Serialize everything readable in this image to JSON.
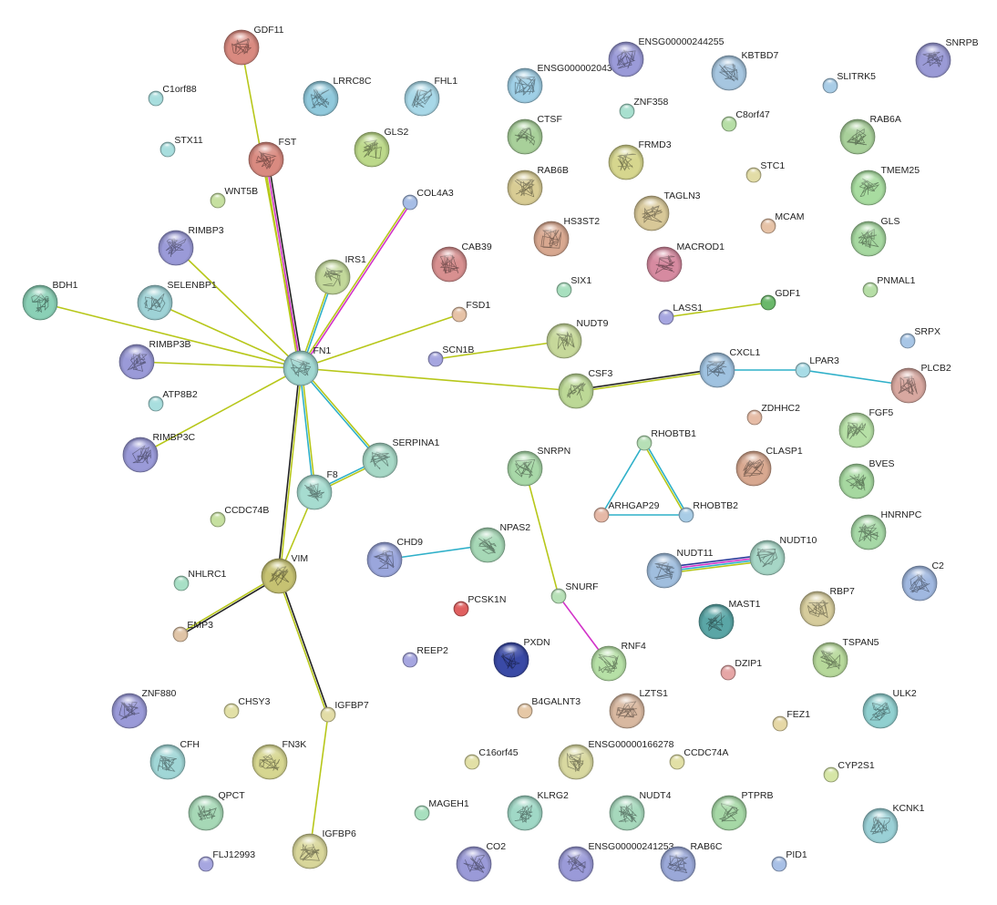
{
  "colors": {
    "coexpression": "#222222",
    "textmining": "#b7c71a",
    "database": "#2fb0c9",
    "experiments": "#d233c9",
    "cooccurrence": "#2a3a9a",
    "label": "#222222"
  },
  "nodes": [
    {
      "id": "GDF11",
      "label": "GDF11",
      "color": "#d98a80",
      "size": "large",
      "structure": true
    },
    {
      "id": "C1orf88",
      "label": "C1orf88",
      "color": "#a8dede",
      "size": "small",
      "structure": false
    },
    {
      "id": "LRRC8C",
      "label": "LRRC8C",
      "color": "#90c9dc",
      "size": "large",
      "structure": true
    },
    {
      "id": "FHL1",
      "label": "FHL1",
      "color": "#a8d8e8",
      "size": "large",
      "structure": true
    },
    {
      "id": "ENSG00000204364",
      "label": "ENSG00000204364",
      "color": "#9fcfe6",
      "size": "large",
      "structure": true
    },
    {
      "id": "ENSG00000244255",
      "label": "ENSG00000244255",
      "color": "#9a9ad8",
      "size": "large",
      "structure": true
    },
    {
      "id": "KBTBD7",
      "label": "KBTBD7",
      "color": "#a6c6e0",
      "size": "large",
      "structure": true
    },
    {
      "id": "SNRPB",
      "label": "SNRPB",
      "color": "#9a9ad6",
      "size": "large",
      "structure": true
    },
    {
      "id": "SLITRK5",
      "label": "SLITRK5",
      "color": "#a8cce6",
      "size": "small",
      "structure": false
    },
    {
      "id": "STX11",
      "label": "STX11",
      "color": "#a8dede",
      "size": "small",
      "structure": false
    },
    {
      "id": "FST",
      "label": "FST",
      "color": "#d98a80",
      "size": "large",
      "structure": true
    },
    {
      "id": "GLS2",
      "label": "GLS2",
      "color": "#bcd98a",
      "size": "large",
      "structure": true
    },
    {
      "id": "ZNF358",
      "label": "ZNF358",
      "color": "#a8e0cf",
      "size": "small",
      "structure": false
    },
    {
      "id": "CTSF",
      "label": "CTSF",
      "color": "#a8d09a",
      "size": "large",
      "structure": true
    },
    {
      "id": "C8orf47",
      "label": "C8orf47",
      "color": "#b6dea6",
      "size": "small",
      "structure": false
    },
    {
      "id": "RAB6A",
      "label": "RAB6A",
      "color": "#a8d09a",
      "size": "large",
      "structure": true
    },
    {
      "id": "WNT5B",
      "label": "WNT5B",
      "color": "#c6e0a0",
      "size": "small",
      "structure": false
    },
    {
      "id": "COL4A3",
      "label": "COL4A3",
      "color": "#a6bde6",
      "size": "small",
      "structure": false
    },
    {
      "id": "FRMD3",
      "label": "FRMD3",
      "color": "#d6d68e",
      "size": "large",
      "structure": true
    },
    {
      "id": "STC1",
      "label": "STC1",
      "color": "#e2dca6",
      "size": "small",
      "structure": false
    },
    {
      "id": "TMEM25",
      "label": "TMEM25",
      "color": "#a8dca0",
      "size": "large",
      "structure": true
    },
    {
      "id": "RAB6B",
      "label": "RAB6B",
      "color": "#d8cc94",
      "size": "large",
      "structure": true
    },
    {
      "id": "TAGLN3",
      "label": "TAGLN3",
      "color": "#d8c898",
      "size": "large",
      "structure": true
    },
    {
      "id": "RIMBP3",
      "label": "RIMBP3",
      "color": "#9a9ad8",
      "size": "large",
      "structure": true
    },
    {
      "id": "HS3ST2",
      "label": "HS3ST2",
      "color": "#d8a890",
      "size": "large",
      "structure": true
    },
    {
      "id": "MCAM",
      "label": "MCAM",
      "color": "#e6c2a6",
      "size": "small",
      "structure": false
    },
    {
      "id": "GLS",
      "label": "GLS",
      "color": "#a6d8a0",
      "size": "large",
      "structure": true
    },
    {
      "id": "IRS1",
      "label": "IRS1",
      "color": "#c2d89a",
      "size": "large",
      "structure": true
    },
    {
      "id": "CAB39",
      "label": "CAB39",
      "color": "#d89090",
      "size": "large",
      "structure": true
    },
    {
      "id": "MACROD1",
      "label": "MACROD1",
      "color": "#d68aa0",
      "size": "large",
      "structure": true
    },
    {
      "id": "BDH1",
      "label": "BDH1",
      "color": "#8ad0b6",
      "size": "large",
      "structure": true
    },
    {
      "id": "SELENBP1",
      "label": "SELENBP1",
      "color": "#9ed2d6",
      "size": "large",
      "structure": true
    },
    {
      "id": "SIX1",
      "label": "SIX1",
      "color": "#a8e0bf",
      "size": "small",
      "structure": false
    },
    {
      "id": "PNMAL1",
      "label": "PNMAL1",
      "color": "#b6dea6",
      "size": "small",
      "structure": false
    },
    {
      "id": "FSD1",
      "label": "FSD1",
      "color": "#e6c2a6",
      "size": "small",
      "structure": false
    },
    {
      "id": "LASS1",
      "label": "LASS1",
      "color": "#a6a6e0",
      "size": "small",
      "structure": false
    },
    {
      "id": "GDF1",
      "label": "GDF1",
      "color": "#6ab86a",
      "size": "small",
      "structure": false
    },
    {
      "id": "NUDT9",
      "label": "NUDT9",
      "color": "#c6d89a",
      "size": "large",
      "structure": true
    },
    {
      "id": "SRPX",
      "label": "SRPX",
      "color": "#a8c6e6",
      "size": "small",
      "structure": false
    },
    {
      "id": "RIMBP3B",
      "label": "RIMBP3B",
      "color": "#9a9ad8",
      "size": "large",
      "structure": true
    },
    {
      "id": "SCN1B",
      "label": "SCN1B",
      "color": "#a6a6e0",
      "size": "small",
      "structure": false
    },
    {
      "id": "FN1",
      "label": "FN1",
      "color": "#a0d6d0",
      "size": "large",
      "structure": true
    },
    {
      "id": "CXCL1",
      "label": "CXCL1",
      "color": "#9fc2e0",
      "size": "large",
      "structure": true
    },
    {
      "id": "LPAR3",
      "label": "LPAR3",
      "color": "#a8dce6",
      "size": "small",
      "structure": false
    },
    {
      "id": "PLCB2",
      "label": "PLCB2",
      "color": "#d8a8a0",
      "size": "large",
      "structure": true
    },
    {
      "id": "CSF3",
      "label": "CSF3",
      "color": "#bcd896",
      "size": "large",
      "structure": true
    },
    {
      "id": "ATP8B2",
      "label": "ATP8B2",
      "color": "#a8dede",
      "size": "small",
      "structure": false
    },
    {
      "id": "ZDHHC2",
      "label": "ZDHHC2",
      "color": "#e6bca6",
      "size": "small",
      "structure": false
    },
    {
      "id": "FGF5",
      "label": "FGF5",
      "color": "#b6e0a6",
      "size": "large",
      "structure": true
    },
    {
      "id": "RHOBTB1",
      "label": "RHOBTB1",
      "color": "#b6e0b6",
      "size": "small",
      "structure": false
    },
    {
      "id": "CLASP1",
      "label": "CLASP1",
      "color": "#d8a890",
      "size": "large",
      "structure": true
    },
    {
      "id": "RIMBP3C",
      "label": "RIMBP3C",
      "color": "#9a9ad8",
      "size": "large",
      "structure": true
    },
    {
      "id": "SERPINA1",
      "label": "SERPINA1",
      "color": "#a6d8c6",
      "size": "large",
      "structure": true
    },
    {
      "id": "SNRPN",
      "label": "SNRPN",
      "color": "#a8d8a8",
      "size": "large",
      "structure": true
    },
    {
      "id": "BVES",
      "label": "BVES",
      "color": "#a6d8a0",
      "size": "large",
      "structure": true
    },
    {
      "id": "F8",
      "label": "F8",
      "color": "#a6dcd0",
      "size": "large",
      "structure": true
    },
    {
      "id": "ARHGAP29",
      "label": "ARHGAP29",
      "color": "#e6b8a6",
      "size": "small",
      "structure": false
    },
    {
      "id": "RHOBTB2",
      "label": "RHOBTB2",
      "color": "#a8cce6",
      "size": "small",
      "structure": false
    },
    {
      "id": "CCDC74B",
      "label": "CCDC74B",
      "color": "#c6e0a0",
      "size": "small",
      "structure": false
    },
    {
      "id": "HNRNPC",
      "label": "HNRNPC",
      "color": "#a6d8a6",
      "size": "large",
      "structure": true
    },
    {
      "id": "NUDT10",
      "label": "NUDT10",
      "color": "#a6d6c6",
      "size": "large",
      "structure": true
    },
    {
      "id": "NPAS2",
      "label": "NPAS2",
      "color": "#a6d8b6",
      "size": "large",
      "structure": true
    },
    {
      "id": "CHD9",
      "label": "CHD9",
      "color": "#9aa6dc",
      "size": "large",
      "structure": true
    },
    {
      "id": "VIM",
      "label": "VIM",
      "color": "#c6c272",
      "size": "large",
      "structure": true
    },
    {
      "id": "NUDT11",
      "label": "NUDT11",
      "color": "#a0bede",
      "size": "large",
      "structure": true
    },
    {
      "id": "C2",
      "label": "C2",
      "color": "#a0b8e0",
      "size": "large",
      "structure": true
    },
    {
      "id": "NHLRC1",
      "label": "NHLRC1",
      "color": "#a8e0c6",
      "size": "small",
      "structure": false
    },
    {
      "id": "SNURF",
      "label": "SNURF",
      "color": "#b6e0b6",
      "size": "small",
      "structure": false
    },
    {
      "id": "RBP7",
      "label": "RBP7",
      "color": "#d6cc9c",
      "size": "large",
      "structure": true
    },
    {
      "id": "PCSK1N",
      "label": "PCSK1N",
      "color": "#e06060",
      "size": "small",
      "structure": false
    },
    {
      "id": "MAST1",
      "label": "MAST1",
      "color": "#5aa6a6",
      "size": "large",
      "structure": true
    },
    {
      "id": "EMP3",
      "label": "EMP3",
      "color": "#e0c4a6",
      "size": "small",
      "structure": false
    },
    {
      "id": "PXDN",
      "label": "PXDN",
      "color": "#3a4aa6",
      "size": "large",
      "structure": true
    },
    {
      "id": "RNF4",
      "label": "RNF4",
      "color": "#b6e0a6",
      "size": "large",
      "structure": true
    },
    {
      "id": "TSPAN5",
      "label": "TSPAN5",
      "color": "#b6d89a",
      "size": "large",
      "structure": true
    },
    {
      "id": "REEP2",
      "label": "REEP2",
      "color": "#a6a6e0",
      "size": "small",
      "structure": false
    },
    {
      "id": "DZIP1",
      "label": "DZIP1",
      "color": "#e6a6a6",
      "size": "small",
      "structure": false
    },
    {
      "id": "ZNF880",
      "label": "ZNF880",
      "color": "#9a9ad8",
      "size": "large",
      "structure": true
    },
    {
      "id": "LZTS1",
      "label": "LZTS1",
      "color": "#d8b8a0",
      "size": "large",
      "structure": true
    },
    {
      "id": "ULK2",
      "label": "ULK2",
      "color": "#90d0d0",
      "size": "large",
      "structure": true
    },
    {
      "id": "CHSY3",
      "label": "CHSY3",
      "color": "#e2e0a6",
      "size": "small",
      "structure": false
    },
    {
      "id": "IGFBP7",
      "label": "IGFBP7",
      "color": "#e2dca6",
      "size": "small",
      "structure": false
    },
    {
      "id": "B4GALNT3",
      "label": "B4GALNT3",
      "color": "#e6c8a6",
      "size": "small",
      "structure": false
    },
    {
      "id": "FEZ1",
      "label": "FEZ1",
      "color": "#e6d8a6",
      "size": "small",
      "structure": false
    },
    {
      "id": "CFH",
      "label": "CFH",
      "color": "#a0d6d6",
      "size": "large",
      "structure": true
    },
    {
      "id": "FN3K",
      "label": "FN3K",
      "color": "#d6d690",
      "size": "large",
      "structure": true
    },
    {
      "id": "ENSG00000166278",
      "label": "ENSG00000166278",
      "color": "#d8d8a0",
      "size": "large",
      "structure": true
    },
    {
      "id": "C16orf45",
      "label": "C16orf45",
      "color": "#e2e0a6",
      "size": "small",
      "structure": false
    },
    {
      "id": "CCDC74A",
      "label": "CCDC74A",
      "color": "#e2e0a6",
      "size": "small",
      "structure": false
    },
    {
      "id": "CYP2S1",
      "label": "CYP2S1",
      "color": "#d6e6a6",
      "size": "small",
      "structure": false
    },
    {
      "id": "QPCT",
      "label": "QPCT",
      "color": "#a6d8b6",
      "size": "large",
      "structure": true
    },
    {
      "id": "KLRG2",
      "label": "KLRG2",
      "color": "#a0d8c6",
      "size": "large",
      "structure": true
    },
    {
      "id": "MAGEH1",
      "label": "MAGEH1",
      "color": "#a8e0bf",
      "size": "small",
      "structure": false
    },
    {
      "id": "NUDT4",
      "label": "NUDT4",
      "color": "#a6d8bc",
      "size": "large",
      "structure": true
    },
    {
      "id": "PTPRB",
      "label": "PTPRB",
      "color": "#a6d8a6",
      "size": "large",
      "structure": true
    },
    {
      "id": "KCNK1",
      "label": "KCNK1",
      "color": "#9ad0d6",
      "size": "large",
      "structure": true
    },
    {
      "id": "IGFBP6",
      "label": "IGFBP6",
      "color": "#d8d69a",
      "size": "large",
      "structure": true
    },
    {
      "id": "FLJ12993",
      "label": "FLJ12993",
      "color": "#a6a6e0",
      "size": "small",
      "structure": false
    },
    {
      "id": "CO2",
      "label": "CO2",
      "color": "#9a9ad8",
      "size": "large",
      "structure": true
    },
    {
      "id": "ENSG00000241253",
      "label": "ENSG00000241253",
      "color": "#9a9ad8",
      "size": "large",
      "structure": true
    },
    {
      "id": "RAB6C",
      "label": "RAB6C",
      "color": "#9aa8d8",
      "size": "large",
      "structure": true
    },
    {
      "id": "PID1",
      "label": "PID1",
      "color": "#a8c0e6",
      "size": "small",
      "structure": false
    }
  ],
  "edges": [
    {
      "source": "GDF11",
      "target": "FN1",
      "types": [
        "textmining"
      ]
    },
    {
      "source": "FST",
      "target": "FN1",
      "types": [
        "coexpression",
        "experiments",
        "textmining"
      ]
    },
    {
      "source": "COL4A3",
      "target": "FN1",
      "types": [
        "experiments",
        "textmining"
      ]
    },
    {
      "source": "IRS1",
      "target": "FN1",
      "types": [
        "database",
        "textmining"
      ]
    },
    {
      "source": "RIMBP3",
      "target": "FN1",
      "types": [
        "textmining"
      ]
    },
    {
      "source": "SELENBP1",
      "target": "FN1",
      "types": [
        "textmining"
      ]
    },
    {
      "source": "BDH1",
      "target": "FN1",
      "types": [
        "textmining"
      ]
    },
    {
      "source": "RIMBP3B",
      "target": "FN1",
      "types": [
        "textmining"
      ]
    },
    {
      "source": "RIMBP3C",
      "target": "FN1",
      "types": [
        "textmining"
      ]
    },
    {
      "source": "FSD1",
      "target": "FN1",
      "types": [
        "textmining"
      ]
    },
    {
      "source": "CSF3",
      "target": "FN1",
      "types": [
        "textmining"
      ]
    },
    {
      "source": "SERPINA1",
      "target": "FN1",
      "types": [
        "database",
        "textmining"
      ]
    },
    {
      "source": "F8",
      "target": "FN1",
      "types": [
        "database",
        "textmining"
      ]
    },
    {
      "source": "VIM",
      "target": "FN1",
      "types": [
        "coexpression",
        "textmining"
      ]
    },
    {
      "source": "F8",
      "target": "SERPINA1",
      "types": [
        "database",
        "textmining"
      ]
    },
    {
      "source": "VIM",
      "target": "F8",
      "types": [
        "textmining"
      ]
    },
    {
      "source": "VIM",
      "target": "EMP3",
      "types": [
        "coexpression",
        "textmining"
      ]
    },
    {
      "source": "VIM",
      "target": "IGFBP7",
      "types": [
        "coexpression",
        "textmining"
      ]
    },
    {
      "source": "IGFBP7",
      "target": "IGFBP6",
      "types": [
        "textmining"
      ]
    },
    {
      "source": "SCN1B",
      "target": "NUDT9",
      "types": [
        "textmining"
      ]
    },
    {
      "source": "LASS1",
      "target": "GDF1",
      "types": [
        "textmining"
      ]
    },
    {
      "source": "CSF3",
      "target": "CXCL1",
      "types": [
        "coexpression",
        "textmining"
      ]
    },
    {
      "source": "CXCL1",
      "target": "LPAR3",
      "types": [
        "database"
      ]
    },
    {
      "source": "LPAR3",
      "target": "PLCB2",
      "types": [
        "database"
      ]
    },
    {
      "source": "RHOBTB1",
      "target": "ARHGAP29",
      "types": [
        "database"
      ]
    },
    {
      "source": "RHOBTB1",
      "target": "RHOBTB2",
      "types": [
        "database",
        "textmining"
      ]
    },
    {
      "source": "ARHGAP29",
      "target": "RHOBTB2",
      "types": [
        "database"
      ]
    },
    {
      "source": "CHD9",
      "target": "NPAS2",
      "types": [
        "database"
      ]
    },
    {
      "source": "SNRPN",
      "target": "SNURF",
      "types": [
        "textmining"
      ]
    },
    {
      "source": "SNURF",
      "target": "RNF4",
      "types": [
        "experiments"
      ]
    },
    {
      "source": "NUDT11",
      "target": "NUDT10",
      "types": [
        "cooccurrence",
        "experiments",
        "database",
        "textmining"
      ]
    }
  ]
}
